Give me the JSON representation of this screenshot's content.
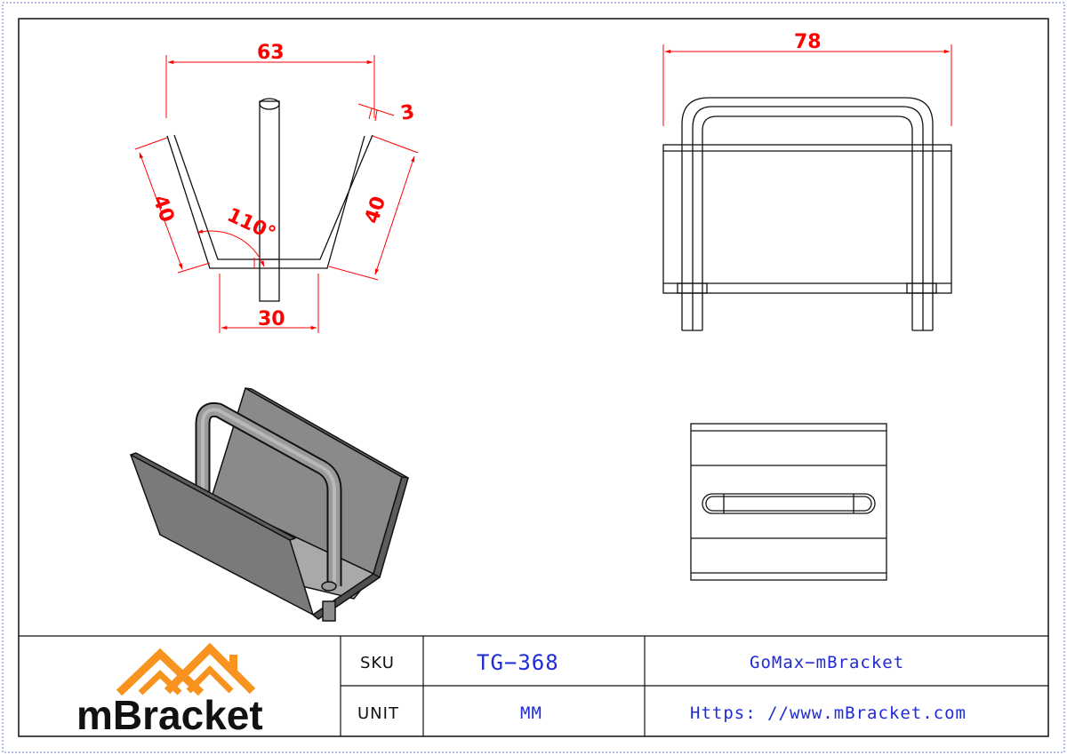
{
  "drawing": {
    "front_view": {
      "dim_top_width": "63",
      "dim_thickness": "3",
      "dim_left_side": "40",
      "dim_right_side": "40",
      "dim_angle": "110°",
      "dim_base_width": "30"
    },
    "side_view": {
      "dim_width": "78"
    }
  },
  "title_block": {
    "logo_text": "mBracket",
    "sku_label": "SKU",
    "sku_value": "TG−368",
    "product_name": "GoMax−mBracket",
    "unit_label": "UNIT",
    "unit_value": "MM",
    "website": "Https: //www.mBracket.com"
  },
  "colors": {
    "dimension": "#ff0000",
    "title_text": "#1f2bd6",
    "logo_orange": "#f7931e"
  }
}
